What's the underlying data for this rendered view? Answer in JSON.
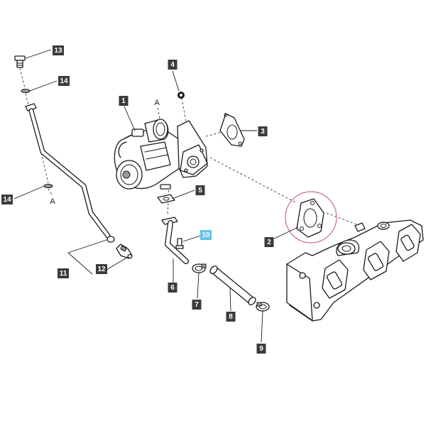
{
  "colors": {
    "callout_fill": "#3b3b3b",
    "callout_highlight": "#5ec4e6",
    "line": "#1a1a1a",
    "highlight_circle": "#c9707a"
  },
  "callouts": [
    {
      "id": "13",
      "label": "13",
      "highlight": false
    },
    {
      "id": "14a",
      "label": "14",
      "highlight": false
    },
    {
      "id": "14b",
      "label": "14",
      "highlight": false
    },
    {
      "id": "4",
      "label": "4",
      "highlight": false
    },
    {
      "id": "1",
      "label": "1",
      "highlight": false
    },
    {
      "id": "3",
      "label": "3",
      "highlight": false
    },
    {
      "id": "5",
      "label": "5",
      "highlight": false
    },
    {
      "id": "10",
      "label": "10",
      "highlight": true
    },
    {
      "id": "2",
      "label": "2",
      "highlight": false
    },
    {
      "id": "11",
      "label": "11",
      "highlight": false
    },
    {
      "id": "12",
      "label": "12",
      "highlight": false
    },
    {
      "id": "6",
      "label": "6",
      "highlight": false
    },
    {
      "id": "7",
      "label": "7",
      "highlight": false
    },
    {
      "id": "8",
      "label": "8",
      "highlight": false
    },
    {
      "id": "9",
      "label": "9",
      "highlight": false
    }
  ],
  "connectors": {
    "a_top": "A",
    "a_left": "A"
  }
}
